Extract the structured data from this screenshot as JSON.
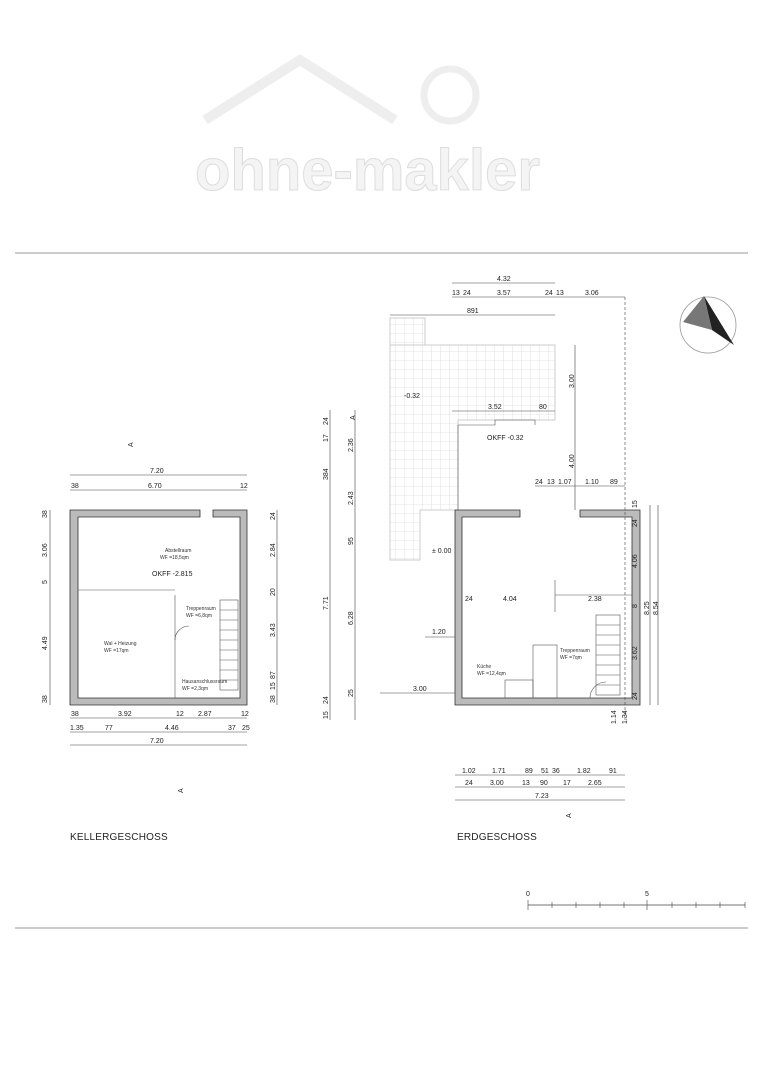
{
  "plans": {
    "keller": {
      "title": "KELLERGESCHOSS",
      "rooms": [
        {
          "name": "Abstellraum",
          "area": "WF =18,5qm"
        },
        {
          "name": "Treppenraum",
          "area": "WF =6,8qm"
        },
        {
          "name": "Wal + Heizung",
          "area": "WF =17qm"
        },
        {
          "name": "Hausanschlussraum",
          "area": "WF =2,3qm"
        }
      ],
      "level": "OKFF -2.815",
      "dims_top": [
        "7.20",
        "38",
        "6.70",
        "12"
      ],
      "dims_left": [
        "38",
        "3.06",
        "5",
        "4.49",
        "38"
      ],
      "dims_bottom": [
        "38",
        "3.92",
        "12",
        "2.87",
        "12",
        "1.35",
        "77",
        "4.46",
        "37",
        "25",
        "7.20"
      ],
      "dims_right": [
        "24",
        "2.84",
        "20",
        "3.43",
        "87",
        "15",
        "38"
      ],
      "dims_side": [
        "384",
        "7.71",
        "24",
        "17",
        "2.36",
        "2.43",
        "95",
        "6.28",
        "25",
        "15",
        "24"
      ]
    },
    "erd": {
      "title": "ERDGESCHOSS",
      "rooms": [
        {
          "name": "Küche",
          "area": "WF =12,4qm"
        },
        {
          "name": "Treppenraum",
          "area": "WF =7qm"
        }
      ],
      "levels": [
        "-0.32",
        "OKFF -0.32",
        "± 0.00"
      ],
      "dims_top": [
        "4.32",
        "13",
        "24",
        "3.57",
        "24",
        "13",
        "3.06",
        "891",
        "3.52",
        "80",
        "24",
        "13",
        "1.07",
        "1.10",
        "89"
      ],
      "dims_vert": [
        "3.00",
        "4.00",
        "15",
        "24",
        "4.06",
        "8",
        "3.62",
        "24",
        "8.25",
        "8.54",
        "1.14",
        "1.34"
      ],
      "dims_inner": [
        "24",
        "4.04",
        "2.38",
        "1.20",
        "3.00"
      ],
      "dims_bottom": [
        "1.02",
        "1.71",
        "89",
        "51",
        "36",
        "1.82",
        "91",
        "24",
        "3.00",
        "13",
        "90",
        "17",
        "2.65",
        "7.23"
      ]
    }
  },
  "section_marker": "A",
  "scale": [
    "0",
    "5"
  ],
  "watermark": "ohne-makler"
}
